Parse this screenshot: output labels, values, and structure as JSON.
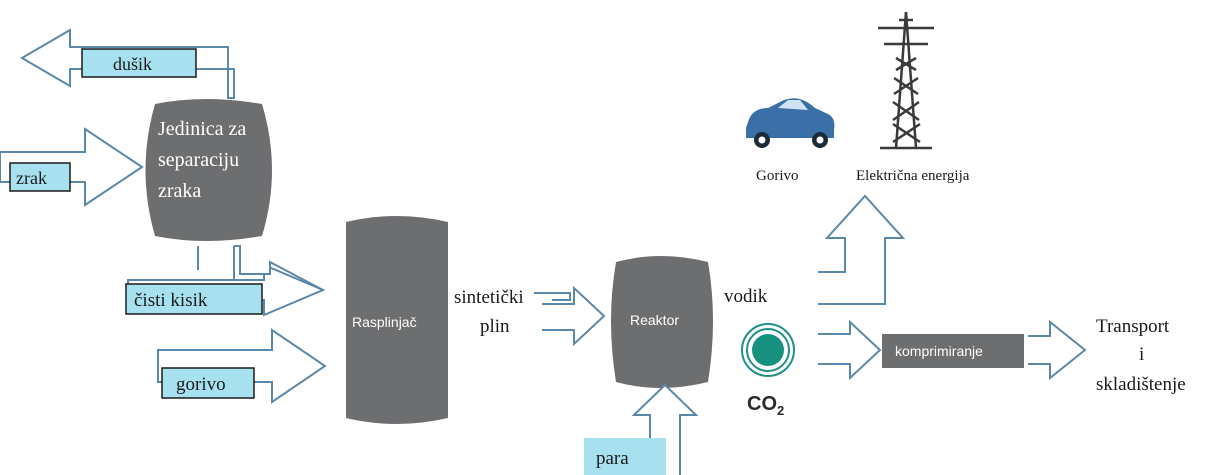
{
  "labels": {
    "dusik": "dušik",
    "zrak": "zrak",
    "asu_line1": "Jedinica za",
    "asu_line2": "separaciju",
    "asu_line3": "zraka",
    "cisti_kisik": "čisti kisik",
    "gorivo_input": "gorivo",
    "rasplinjac": "Rasplinjač",
    "sinteticki": "sintetički",
    "plin": "plin",
    "reaktor": "Reaktor",
    "vodik": "vodik",
    "para": "para",
    "co2_main": "CO",
    "co2_sub": "2",
    "gorivo_output": "Gorivo",
    "elektricna": "Električna energija",
    "komprimiranje": "komprimiranje",
    "transport": "Transport",
    "i": "i",
    "skladistenje": "skladištenje"
  },
  "colors": {
    "arrow_stroke": "#5b87a8",
    "cyan_box": "#a7e1f0",
    "gray_unit": "#6d6e70",
    "car_blue": "#3b6fa8",
    "co2_ring": "#1f8f8a",
    "co2_fill": "#16917f",
    "tower": "#3a3a3a",
    "text": "#1a1a1a"
  },
  "icons": {
    "car": "car-icon",
    "tower": "power-tower-icon",
    "co2": "co2-circle-icon"
  }
}
